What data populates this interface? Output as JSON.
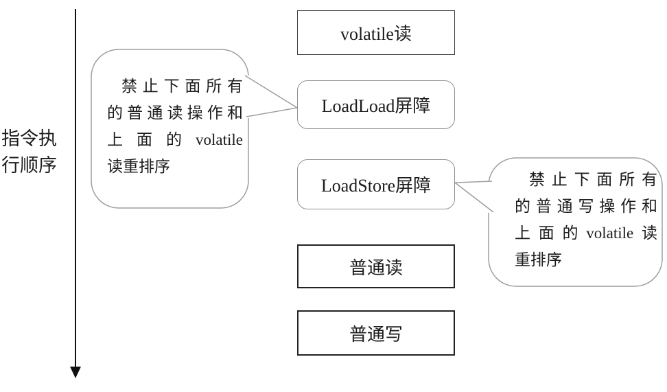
{
  "diagram": {
    "axis_label": {
      "lines": [
        "指令执",
        "行顺序"
      ]
    },
    "boxes": [
      {
        "label": "volatile读",
        "shape": "rect"
      },
      {
        "label": "LoadLoad屏障",
        "shape": "rounded"
      },
      {
        "label": "LoadStore屏障",
        "shape": "rounded"
      },
      {
        "label": "普通读",
        "shape": "rect"
      },
      {
        "label": "普通写",
        "shape": "rect"
      }
    ],
    "callouts": [
      {
        "target": "LoadLoad屏障",
        "lines": [
          "禁止下面所有",
          "的普通读操作和",
          "上面的volatile",
          "读重排序"
        ]
      },
      {
        "target": "LoadStore屏障",
        "lines": [
          "禁止下面所有",
          "的普通写操作和",
          "上面的volatile读",
          "重排序"
        ]
      }
    ],
    "colors": {
      "ink": "#1c1c1c",
      "arrow": "#111111",
      "box_border_dark": "#222222",
      "box_border_plain": "#3f3f3f",
      "rounded_border": "#8f8f8f",
      "bubble_border": "#9e9e9e",
      "background": "#ffffff"
    }
  }
}
